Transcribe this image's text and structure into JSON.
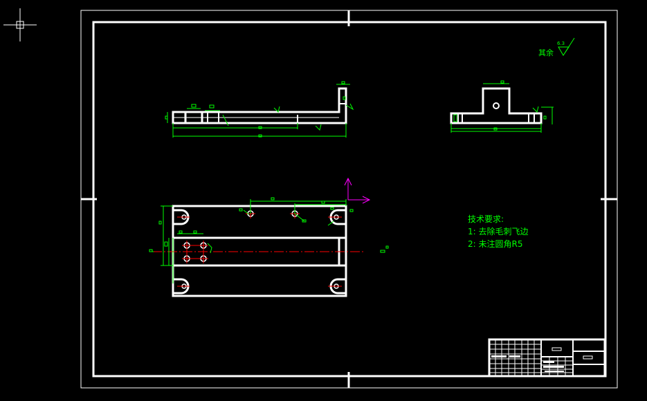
{
  "drawing": {
    "surface_finish": {
      "prefix": "其余",
      "value": "6.3"
    },
    "tech_requirements": {
      "title": "技术要求:",
      "items": [
        "1: 去除毛刺飞边",
        "2: 未注圆角R5"
      ]
    }
  },
  "colors": {
    "background": "#000000",
    "geometry": "#ffffff",
    "dimension": "#00ff00",
    "centerline": "#ff0000",
    "ucs": "#ff00ff",
    "text": "#00ff00"
  },
  "icons": {
    "cursor": "crosshair-cursor-icon",
    "ucs": "ucs-axis-icon",
    "surface_finish": "roughness-symbol-icon"
  }
}
